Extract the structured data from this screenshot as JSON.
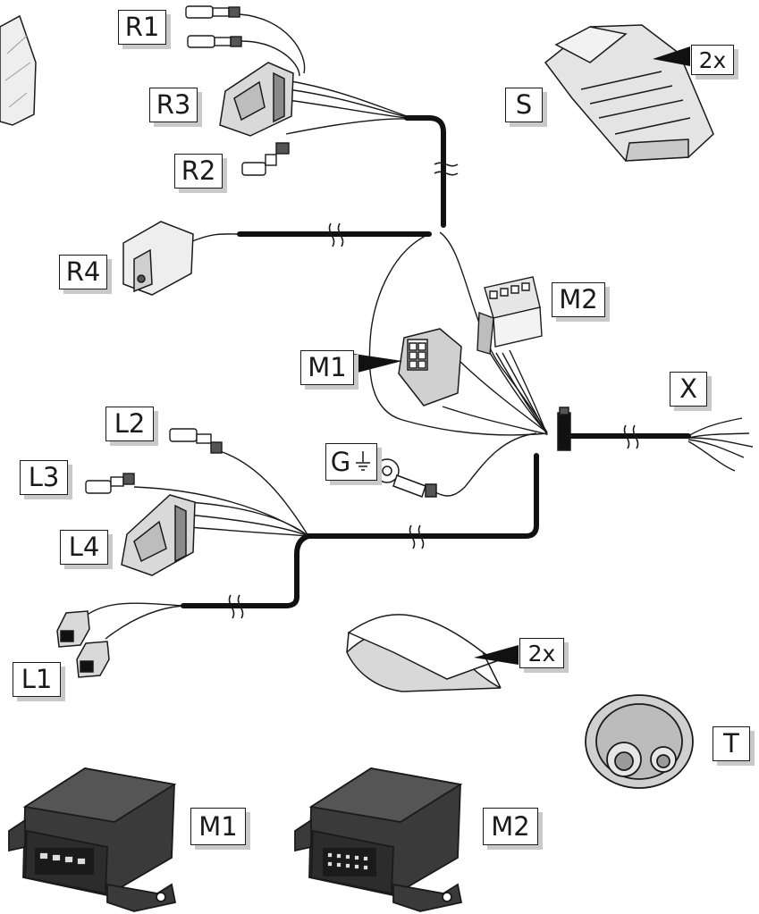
{
  "labels": {
    "R1": "R1",
    "R2": "R2",
    "R3": "R3",
    "R4": "R4",
    "S": "S",
    "M1": "M1",
    "M2": "M2",
    "X": "X",
    "G": "G",
    "L1": "L1",
    "L2": "L2",
    "L3": "L3",
    "L4": "L4",
    "T": "T",
    "M1_module": "M1",
    "M2_module": "M2"
  },
  "quantities": {
    "S": "2x",
    "foil": "2x"
  },
  "colors": {
    "ink": "#1a1a1a",
    "cable": "#111111",
    "label_shadow": "#c9c9c9",
    "part_fill": "#dcdcdc",
    "module_fill": "#3a3a3a"
  },
  "icons": {
    "ground": "ground-symbol-icon",
    "pointer": "pointer-arrow-icon",
    "cable_break": "cable-break-icon"
  }
}
